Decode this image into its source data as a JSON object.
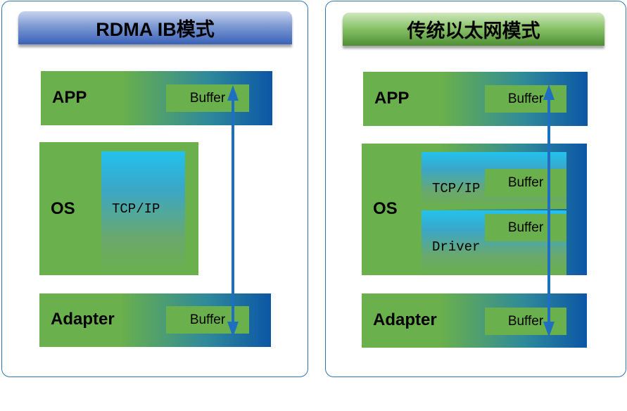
{
  "left_panel": {
    "title": "RDMA IB模式",
    "app": {
      "label": "APP",
      "buffer": "Buffer"
    },
    "os": {
      "label": "OS",
      "tcp": "TCP/IP"
    },
    "adapter": {
      "label": "Adapter",
      "buffer": "Buffer"
    }
  },
  "right_panel": {
    "title": "传统以太网模式",
    "app": {
      "label": "APP",
      "buffer": "Buffer"
    },
    "os": {
      "label": "OS",
      "tcp": "TCP/IP",
      "tcp_buffer": "Buffer",
      "driver": "Driver",
      "driver_buffer": "Buffer"
    },
    "adapter": {
      "label": "Adapter",
      "buffer": "Buffer"
    }
  },
  "colors": {
    "layer_green": "#6ab04c",
    "layer_blue": "#0c56a6",
    "arrow": "#1f6fc0",
    "panel_border": "#2e75b6"
  }
}
